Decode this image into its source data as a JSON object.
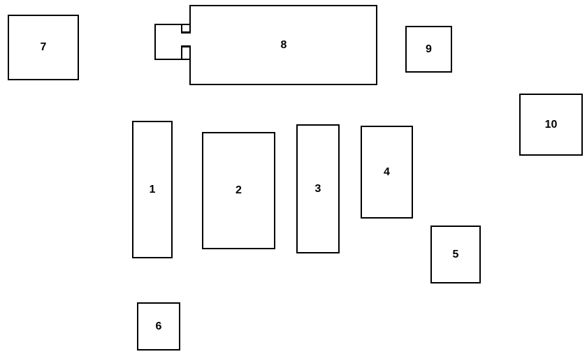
{
  "diagram": {
    "boxes": [
      {
        "id": "1",
        "label": "1"
      },
      {
        "id": "2",
        "label": "2"
      },
      {
        "id": "3",
        "label": "3"
      },
      {
        "id": "4",
        "label": "4"
      },
      {
        "id": "5",
        "label": "5"
      },
      {
        "id": "6",
        "label": "6"
      },
      {
        "id": "7",
        "label": "7"
      },
      {
        "id": "8",
        "label": "8"
      },
      {
        "id": "9",
        "label": "9"
      },
      {
        "id": "10",
        "label": "10"
      }
    ],
    "colors": {
      "stroke": "#000000",
      "fill": "#ffffff",
      "text": "#000000"
    }
  }
}
